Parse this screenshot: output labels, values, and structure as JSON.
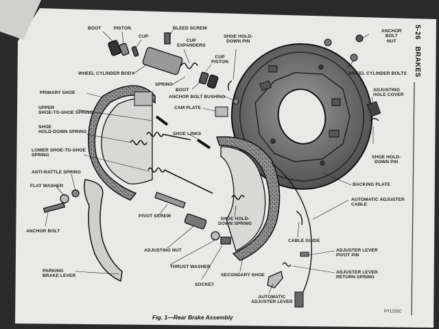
{
  "page_header": {
    "page_number": "5-26",
    "section": "BRAKES"
  },
  "caption": "Fig. 1—Rear Brake Assembly",
  "figure_code": "PY1233C",
  "labels": {
    "boot_top": "BOOT",
    "piston_top": "PISTON",
    "cup_top": "CUP",
    "bleed_screw": "BLEED SCREW",
    "cup_expanders": "CUP\nEXPANDERS",
    "wheel_cylinder_body": "WHEEL CYLINDER BODY",
    "spring_small": "SPRING",
    "cup_piston": "CUP\nPISTON",
    "boot_mid": "BOOT",
    "anchor_bolt_bushing": "ANCHOR BOLT BUSHING",
    "cam_plate": "CAM PLATE",
    "shoe_hold_down_pin_top": "SHOE HOLD-\nDOWN PIN",
    "anchor_bolt_nut": "ANCHOR\nBOLT\nNUT",
    "wheel_cylinder_bolts": "WHEEL CYLINDER BOLTS",
    "adjusting_hole_cover": "ADJUSTING\nHOLE COVER",
    "primary_shoe": "PRIMARY SHOE",
    "upper_spring": "UPPER\nSHOE-TO-SHOE SPRING",
    "shoe_hold_down_spring_left": "SHOE\nHOLD-DOWN SPRING",
    "shoe_links": "SHOE LINKS",
    "lower_spring": "LOWER SHOE-TO-SHOE\nSPRING",
    "shoe_hold_down_pin_right": "SHOE HOLD-\nDOWN PIN",
    "anti_rattle_spring": "ANTI-RATTLE SPRING",
    "flat_washer": "FLAT WASHER",
    "backing_plate": "BACKING PLATE",
    "automatic_adjuster_cable": "AUTOMATIC ADJUSTER\nCABLE",
    "anchor_bolt": "ANCHOR BOLT",
    "pivot_screw": "PIVOT SCREW",
    "shoe_hold_down_spring_mid": "SHOE HOLD-\nDOWN SPRING",
    "adjusting_nut": "ADJUSTING NUT",
    "cable_guide": "CABLE GUIDE",
    "adjuster_lever_pivot_pin": "ADJUSTER LEVER\nPIVOT PIN",
    "thrust_washer": "THRUST WASHER",
    "parking_brake_lever": "PARKING\nBRAKE LEVER",
    "adjuster_lever_return_spring": "ADJUSTER LEVER\nRETURN SPRING",
    "socket": "SOCKET",
    "secondary_shoe": "SECONDARY SHOE",
    "automatic_adjuster_lever": "AUTOMATIC\nADJUSTER LEVER"
  }
}
